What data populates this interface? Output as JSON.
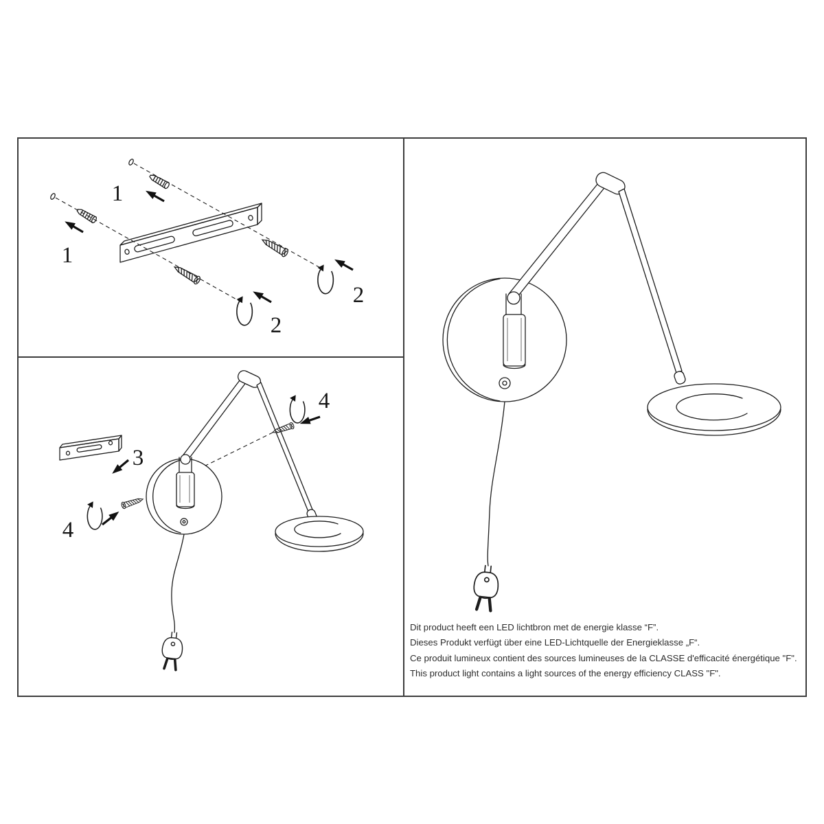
{
  "steps": {
    "step1": "1",
    "step2": "2",
    "step3": "3",
    "step4": "4"
  },
  "energy_notes": {
    "nl": "Dit product heeft een LED lichtbron met de energie klasse “F”.",
    "de": "Dieses Produkt verfügt über eine LED-Lichtquelle der Energieklasse „F“.",
    "fr": "Ce produit lumineux contient des sources lumineuses de la CLASSE d'efficacité énergétique \"F\".",
    "en": "This product light contains a light sources of the energy efficiency CLASS \"F\"."
  },
  "colors": {
    "line": "#1c1c1c",
    "frame": "#3c3c3c",
    "background": "#ffffff",
    "note_text": "#2b2b2b"
  }
}
